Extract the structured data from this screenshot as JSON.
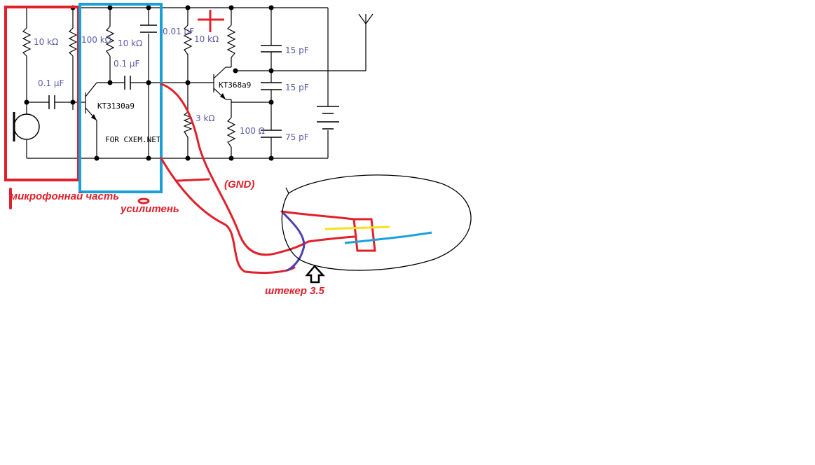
{
  "schematic": {
    "resistors": {
      "r1": "10 kΩ",
      "r3": "100 kΩ",
      "r4": "10 kΩ",
      "r5": "10 kΩ",
      "r6": "3 kΩ",
      "r7": "100 Ω"
    },
    "capacitors": {
      "c1": "0.1 µF",
      "c2": "0.1 µF",
      "c3": "0.01 µF",
      "c4": "15 pF",
      "c5": "15 pF",
      "c6": "75 pF"
    },
    "transistors": {
      "q1": "KT3130a9",
      "q2": "KT368a9"
    },
    "watermark": "FOR CXEM.NET"
  },
  "annotations": {
    "mic_section": "микрофоннай часть",
    "amp_section": "усилитень",
    "gnd": "(GND)",
    "plug": "штекер 3.5",
    "plus": "+"
  },
  "colors": {
    "schematic_line": "#000000",
    "label_blue": "#5a5aa8",
    "mic_box": "#e0202a",
    "amp_box": "#1aa0d8",
    "wire_red": "#e0202a",
    "wire_blue": "#4b3fb0",
    "wire_yellow": "#f4e21a",
    "wire_cyan": "#1aa0d8"
  }
}
